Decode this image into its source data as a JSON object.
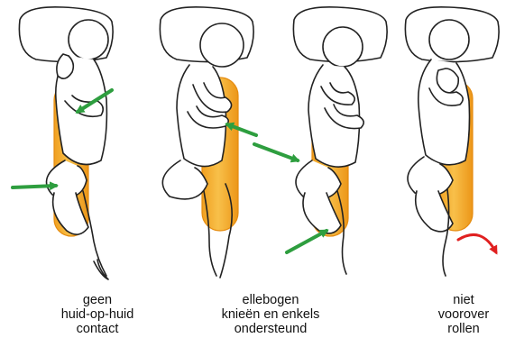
{
  "captions": [
    {
      "lines": [
        "geen",
        "huid-op-huid",
        "contact"
      ]
    },
    {
      "lines": [
        "ellebogen",
        "knieën en enkels",
        "ondersteund"
      ]
    },
    {
      "lines": [
        "niet",
        "voorover",
        "rollen"
      ]
    }
  ],
  "colors": {
    "pillow_fill": "#f5a623",
    "pillow_outline": "#e58c10",
    "arrow_green": "#2e9e3f",
    "arrow_red": "#e02020",
    "line": "#222222"
  },
  "icons": [
    "pillow-icon",
    "body-figure-icon",
    "green-arrow-icon",
    "red-curved-arrow-icon"
  ]
}
